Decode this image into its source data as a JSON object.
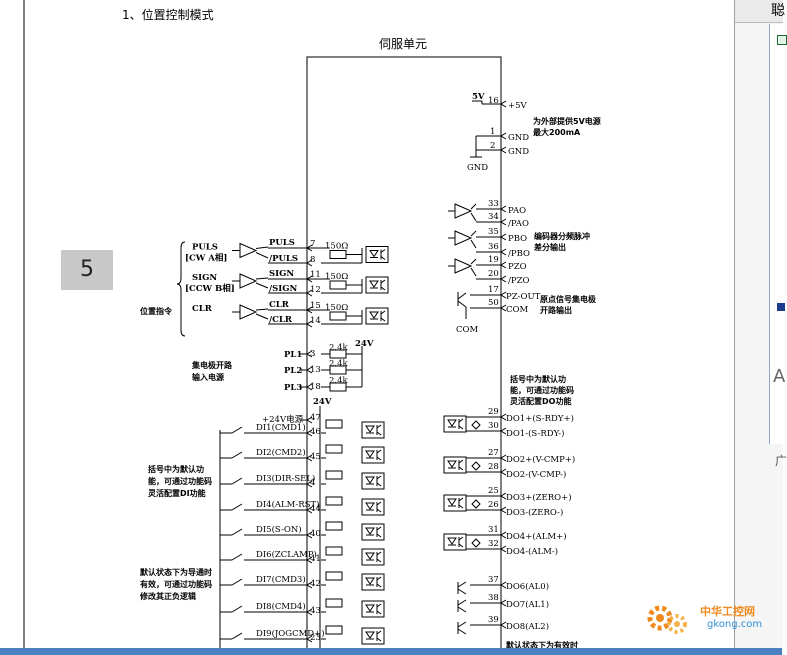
{
  "slide": {
    "number": "5"
  },
  "heading": "1、位置控制模式",
  "servo_unit": "伺服单元",
  "left_group": {
    "brace_label": "位置指令",
    "pulse_inputs": [
      {
        "name": "PULS",
        "sub": "[CW A相]",
        "p_label": "PULS",
        "n_label": "/PULS",
        "p_pin": "7",
        "n_pin": "8",
        "resistor": "150Ω"
      },
      {
        "name": "SIGN",
        "sub": "[CCW B相]",
        "p_label": "SIGN",
        "n_label": "/SIGN",
        "p_pin": "11",
        "n_pin": "12",
        "resistor": "150Ω"
      },
      {
        "name": "CLR",
        "sub": "",
        "p_label": "CLR",
        "n_label": "/CLR",
        "p_pin": "15",
        "n_pin": "14",
        "resistor": "150Ω"
      }
    ],
    "open_collector_note": [
      "集电极开路",
      "输入电源"
    ],
    "pl_inputs": [
      {
        "label": "PL1",
        "pin": "3",
        "resistor": "2.4k"
      },
      {
        "label": "PL2",
        "pin": "13",
        "resistor": "2.4k"
      },
      {
        "label": "PL3",
        "pin": "18",
        "resistor": "2.4k"
      }
    ],
    "pl_supply": "24V"
  },
  "di_group": {
    "supply": "24V",
    "power_label": "+24V电源",
    "power_pin": "47",
    "note": [
      "括号中为默认功",
      "能，可通过功能码",
      "灵活配置DI功能"
    ],
    "logic_note": [
      "默认状态下为导通时",
      "有效，可通过功能码",
      "修改其正负逻辑"
    ],
    "inputs": [
      {
        "label": "DI1(CMD1)",
        "pin": "46"
      },
      {
        "label": "DI2(CMD2)",
        "pin": "45"
      },
      {
        "label": "DI3(DIR-SEL)",
        "pin": "4"
      },
      {
        "label": "DI4(ALM-RST)",
        "pin": "44"
      },
      {
        "label": "DI5(S-ON)",
        "pin": "40"
      },
      {
        "label": "DI6(ZCLAMP)",
        "pin": "41"
      },
      {
        "label": "DI7(CMD3)",
        "pin": "42"
      },
      {
        "label": "DI8(CMD4)",
        "pin": "43"
      },
      {
        "label": "DI9(JOGCMD+)",
        "pin": "23"
      }
    ]
  },
  "right_group": {
    "supply": {
      "label": "5V",
      "pin": "16",
      "pin_label": "+5V",
      "note": [
        "为外部提供5V电源",
        "最大200mA"
      ]
    },
    "gnd": [
      {
        "pin": "1",
        "label": "GND"
      },
      {
        "pin": "2",
        "label": "GND"
      }
    ],
    "gnd_symbol": "GND",
    "encoder": [
      {
        "pin": "33",
        "label": "PAO"
      },
      {
        "pin": "34",
        "label": "/PAO"
      },
      {
        "pin": "35",
        "label": "PBO"
      },
      {
        "pin": "36",
        "label": "/PBO"
      },
      {
        "pin": "19",
        "label": "PZO"
      },
      {
        "pin": "20",
        "label": "/PZO"
      }
    ],
    "encoder_note": [
      "编码器分频脉冲",
      "差分输出"
    ],
    "pz_out": [
      {
        "pin": "17",
        "label": "PZ-OUT"
      },
      {
        "pin": "50",
        "label": "COM"
      }
    ],
    "pz_note": [
      "原点信号集电极",
      "开路输出"
    ],
    "com_label": "COM",
    "do_note": [
      "括号中为默认功",
      "能，可通过功能码",
      "灵活配置DO功能"
    ],
    "do_pairs": [
      {
        "p_pin": "29",
        "p_label": "DO1+(S-RDY+)",
        "n_pin": "30",
        "n_label": "DO1-(S-RDY-)"
      },
      {
        "p_pin": "27",
        "p_label": "DO2+(V-CMP+)",
        "n_pin": "28",
        "n_label": "DO2-(V-CMP-)"
      },
      {
        "p_pin": "25",
        "p_label": "DO3+(ZERO+)",
        "n_pin": "26",
        "n_label": "DO3-(ZERO-)"
      },
      {
        "p_pin": "31",
        "p_label": "DO4+(ALM+)",
        "n_pin": "32",
        "n_label": "DO4-(ALM-)"
      }
    ],
    "do_single": [
      {
        "pin": "37",
        "label": "DO6(AL0)"
      },
      {
        "pin": "38",
        "label": "DO7(AL1)"
      },
      {
        "pin": "39",
        "label": "DO8(AL2)"
      }
    ],
    "bottom_note": "默认状态下为有效时"
  },
  "watermark": {
    "cn": "中华工控网",
    "url": "gkong.com"
  },
  "side": {
    "top_char": "聪",
    "letter": "A",
    "bottom_char": "广"
  }
}
